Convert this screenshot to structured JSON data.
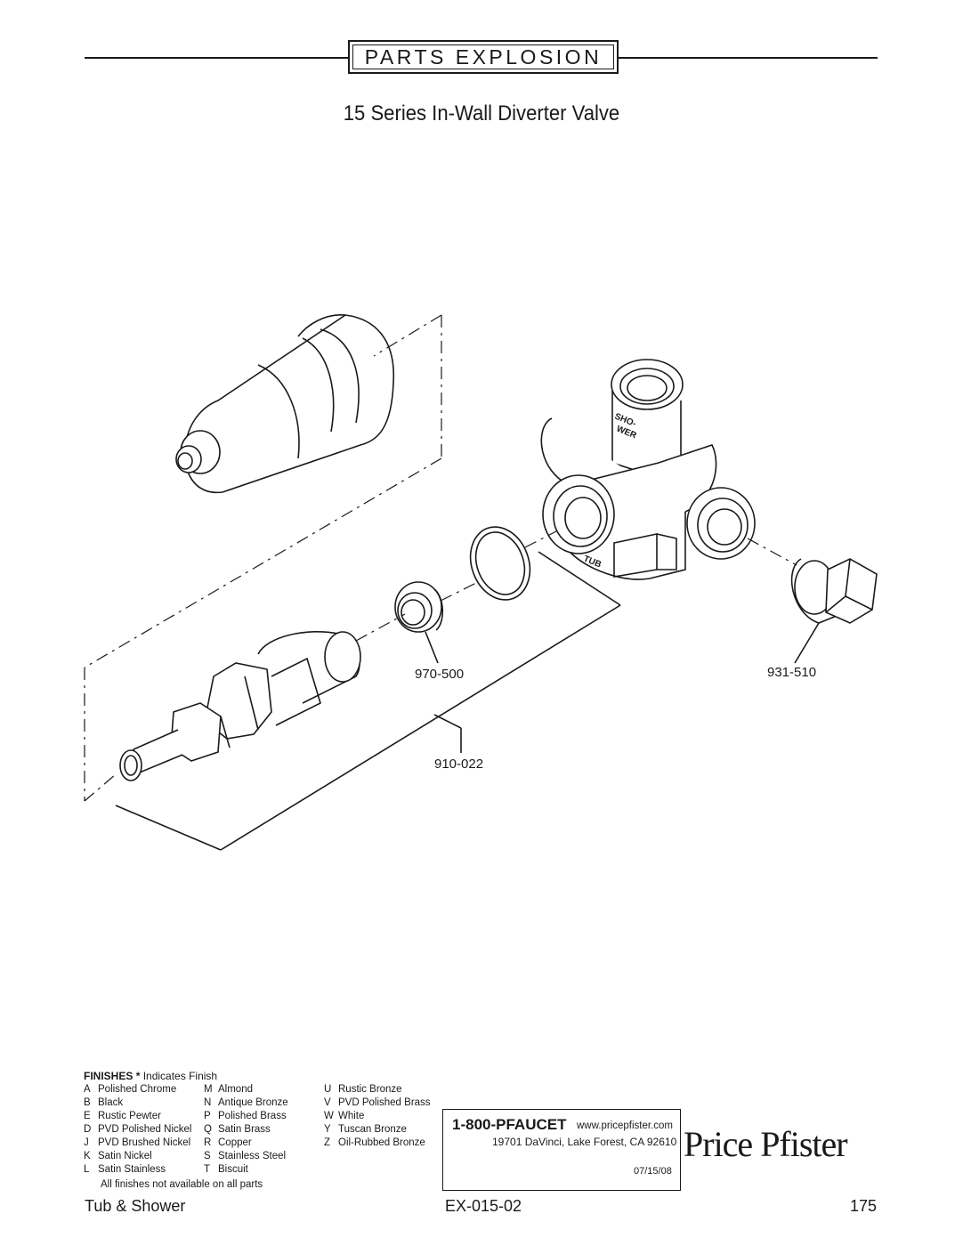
{
  "header": {
    "title": "PARTS EXPLOSION",
    "subtitle": "15 Series In-Wall Diverter Valve"
  },
  "diagram": {
    "parts": {
      "seat": "970-500",
      "plug": "931-510",
      "stem": "910-022"
    },
    "body_labels": [
      "SHO-",
      "WER",
      "TUB"
    ]
  },
  "finishes": {
    "title": "FINISHES",
    "star": "*",
    "indicates": "Indicates Finish",
    "col1": [
      {
        "code": "A",
        "name": "Polished Chrome"
      },
      {
        "code": "B",
        "name": "Black"
      },
      {
        "code": "E",
        "name": "Rustic Pewter"
      },
      {
        "code": "D",
        "name": "PVD Polished Nickel"
      },
      {
        "code": "J",
        "name": "PVD Brushed Nickel"
      },
      {
        "code": "K",
        "name": "Satin Nickel"
      },
      {
        "code": "L",
        "name": "Satin Stainless"
      }
    ],
    "col2": [
      {
        "code": "M",
        "name": "Almond"
      },
      {
        "code": "N",
        "name": "Antique Bronze"
      },
      {
        "code": "P",
        "name": "Polished Brass"
      },
      {
        "code": "Q",
        "name": "Satin Brass"
      },
      {
        "code": "R",
        "name": "Copper"
      },
      {
        "code": "S",
        "name": "Stainless Steel"
      },
      {
        "code": "T",
        "name": "Biscuit"
      }
    ],
    "col3": [
      {
        "code": "U",
        "name": "Rustic Bronze"
      },
      {
        "code": "V",
        "name": "PVD Polished Brass"
      },
      {
        "code": "W",
        "name": "White"
      },
      {
        "code": "Y",
        "name": "Tuscan Bronze"
      },
      {
        "code": "Z",
        "name": "Oil-Rubbed Bronze"
      }
    ],
    "note": "All finishes not available on all parts"
  },
  "contact": {
    "phone": "1-800-PFAUCET",
    "website": "www.pricepfister.com",
    "address": "19701 DaVinci, Lake Forest, CA  92610",
    "date": "07/15/08"
  },
  "logo": "Price Pfister",
  "footer": {
    "category": "Tub & Shower",
    "doc_id": "EX-015-02",
    "page": "175"
  }
}
